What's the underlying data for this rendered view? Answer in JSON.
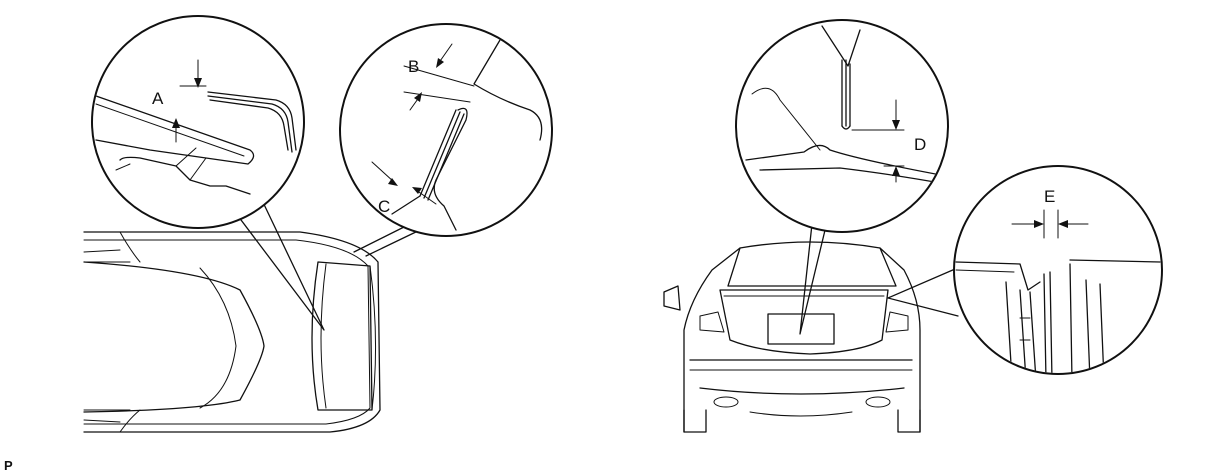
{
  "labels": {
    "a": "A",
    "b": "B",
    "c": "C",
    "d": "D",
    "e": "E"
  },
  "figure_code": "P"
}
